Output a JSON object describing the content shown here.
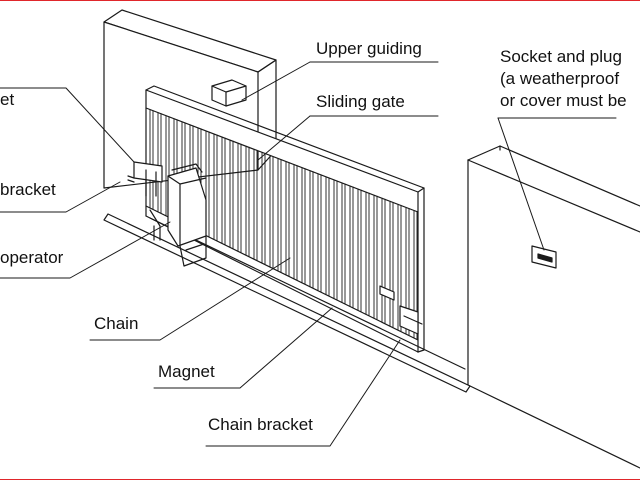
{
  "labels": {
    "bracket_top_partial": "et",
    "bracket_partial": "bracket",
    "operator_partial": "operator",
    "chain": "Chain",
    "magnet": "Magnet",
    "chain_bracket": "Chain bracket",
    "upper_guiding": "Upper guiding",
    "sliding_gate": "Sliding gate",
    "socket_line1": "Socket and plug",
    "socket_line2": "(a weatherproof",
    "socket_line3": "or cover must be"
  },
  "colors": {
    "frame": "#e0262b",
    "line": "#1a1a1a"
  }
}
